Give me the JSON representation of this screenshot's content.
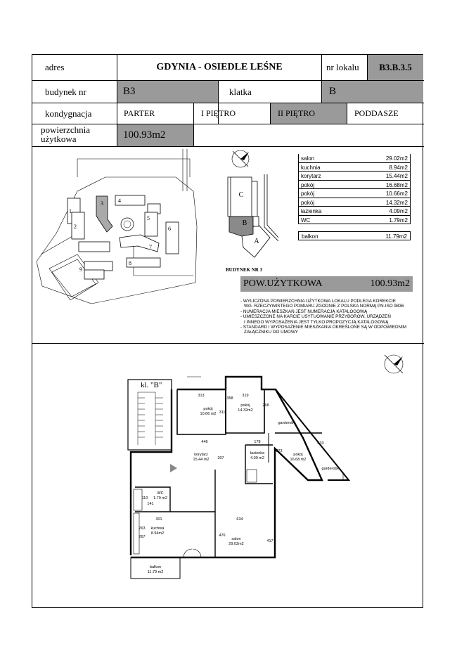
{
  "header": {
    "adres_label": "adres",
    "adres_value": "GDYNIA - OSIEDLE LEŚNE",
    "nr_lokalu_label": "nr lokalu",
    "nr_lokalu_value": "B3.B.3.5",
    "budynek_label": "budynek nr",
    "budynek_value": "B3",
    "klatka_label": "klatka",
    "klatka_value": "B",
    "kondygnacja_label": "kondygnacja",
    "levels": [
      "PARTER",
      "I PIĘTRO",
      "II PIĘTRO",
      "PODDASZE"
    ],
    "selected_level": "II PIĘTRO",
    "powierzchnia_label_1": "powierzchnia",
    "powierzchnia_label_2": "użytkowa",
    "powierzchnia_value": "100.93m2"
  },
  "site_plan": {
    "building_numbers": [
      "1",
      "2",
      "3",
      "4",
      "5",
      "6",
      "7",
      "8",
      "9"
    ]
  },
  "key_plan": {
    "sections": [
      "C",
      "B",
      "A"
    ],
    "caption": "BUDYNEK NR 3"
  },
  "rooms_table": [
    {
      "name": "salon",
      "area": "29.02m2"
    },
    {
      "name": "kuchnia",
      "area": "8.94m2"
    },
    {
      "name": "korytarz",
      "area": "15.44m2"
    },
    {
      "name": "pokój",
      "area": "16.68m2"
    },
    {
      "name": "pokój",
      "area": "10.66m2"
    },
    {
      "name": "pokój",
      "area": "14.32m2"
    },
    {
      "name": "łazienka",
      "area": "4.09m2"
    },
    {
      "name": "WC",
      "area": "1.79m2"
    }
  ],
  "balcony_row": {
    "name": "balkon",
    "area": "11.79m2"
  },
  "pow_uzytkowa": {
    "label": "POW.UŻYTKOWA",
    "value": "100.93m2"
  },
  "notes": [
    "- WYLICZONA POWIERZCHNIA UŻYTKOWA LOKALU PODLEGA KOREKCIE",
    "  WG. RZECZYWISTEGO POMIARU ZGODNIE Z POLSKA NORMĄ PN-ISO 9836",
    "- NUMERACJA MIESZKAŃ JEST NUMERACJĄ KATALOGOWĄ",
    "- UMIESZCZONE NA KARCIE USYTUOWANIE PRZYBORÓW, URZĄDZEŃ",
    "  I INNEGO WYPOSAŻENIA JEST TYLKO PROPOZYCJĄ KATALOGOWĄ",
    "- STANDARD I WYPOSAŻENIE MIESZKANIA OKREŚLONE SĄ W ODPOWIEDNIM",
    "  ZAŁĄCZNIKU DO UMOWY"
  ],
  "floor_plan": {
    "stair_label": "kl. \"B\"",
    "rooms": [
      {
        "name": "pokój",
        "area": "10.66 m2"
      },
      {
        "name": "pokój",
        "area": "14.32m2"
      },
      {
        "name": "pokój",
        "area": "16.68 m2"
      },
      {
        "name": "korytarz",
        "area": "15.44 m2"
      },
      {
        "name": "łazienka",
        "area": "4.09 m2"
      },
      {
        "name": "WC",
        "area": "1.79 m2"
      },
      {
        "name": "kuchnia",
        "area": "8.94m2"
      },
      {
        "name": "salon",
        "area": "29.02m2"
      },
      {
        "name": "balkon",
        "area": "11.79 m2"
      }
    ],
    "garderobe": [
      "garderobe",
      "garderobe"
    ],
    "dimensions": [
      "313",
      "319",
      "358",
      "268",
      "311",
      "446",
      "178",
      "373",
      "633",
      "141",
      "301",
      "634",
      "476",
      "417",
      "263",
      "267",
      "307",
      "110"
    ]
  }
}
